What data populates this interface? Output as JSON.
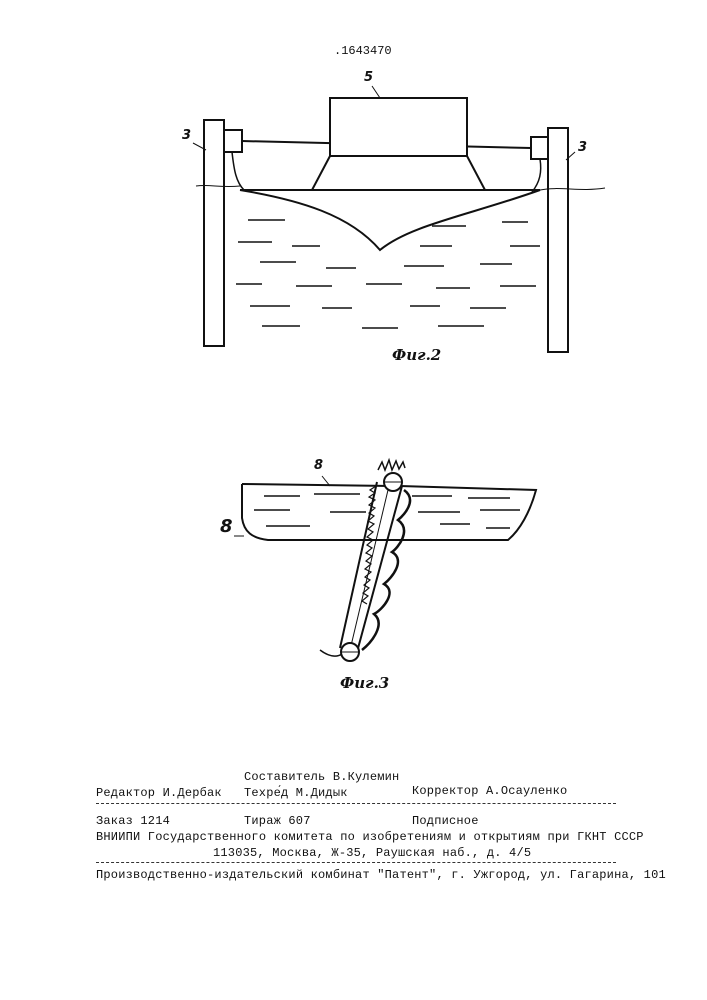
{
  "patent_number": ".1643470",
  "figure2": {
    "label": "Фиг.2",
    "callout_left": "3",
    "callout_right": "3",
    "callout_top": "5"
  },
  "figure3": {
    "label": "Фиг.3",
    "callout_top": "8",
    "callout_left": "8"
  },
  "footer": {
    "compiler": "Составитель В.Кулемин",
    "editor": "Редактор И.Дербак",
    "techred": "Техре́д М.Дидык",
    "corrector": "Корректор А.Осауленко",
    "order": "Заказ 1214",
    "circulation": "Тираж 607",
    "subscription": "Подписное",
    "institute": "ВНИИПИ Государственного комитета по изобретениям и открытиям при ГКНТ СССР",
    "address": "113035, Москва, Ж-35, Раушская наб., д. 4/5",
    "publisher": "Производственно-издательский комбинат \"Патент\", г. Ужгород, ул. Гагарина, 101"
  }
}
